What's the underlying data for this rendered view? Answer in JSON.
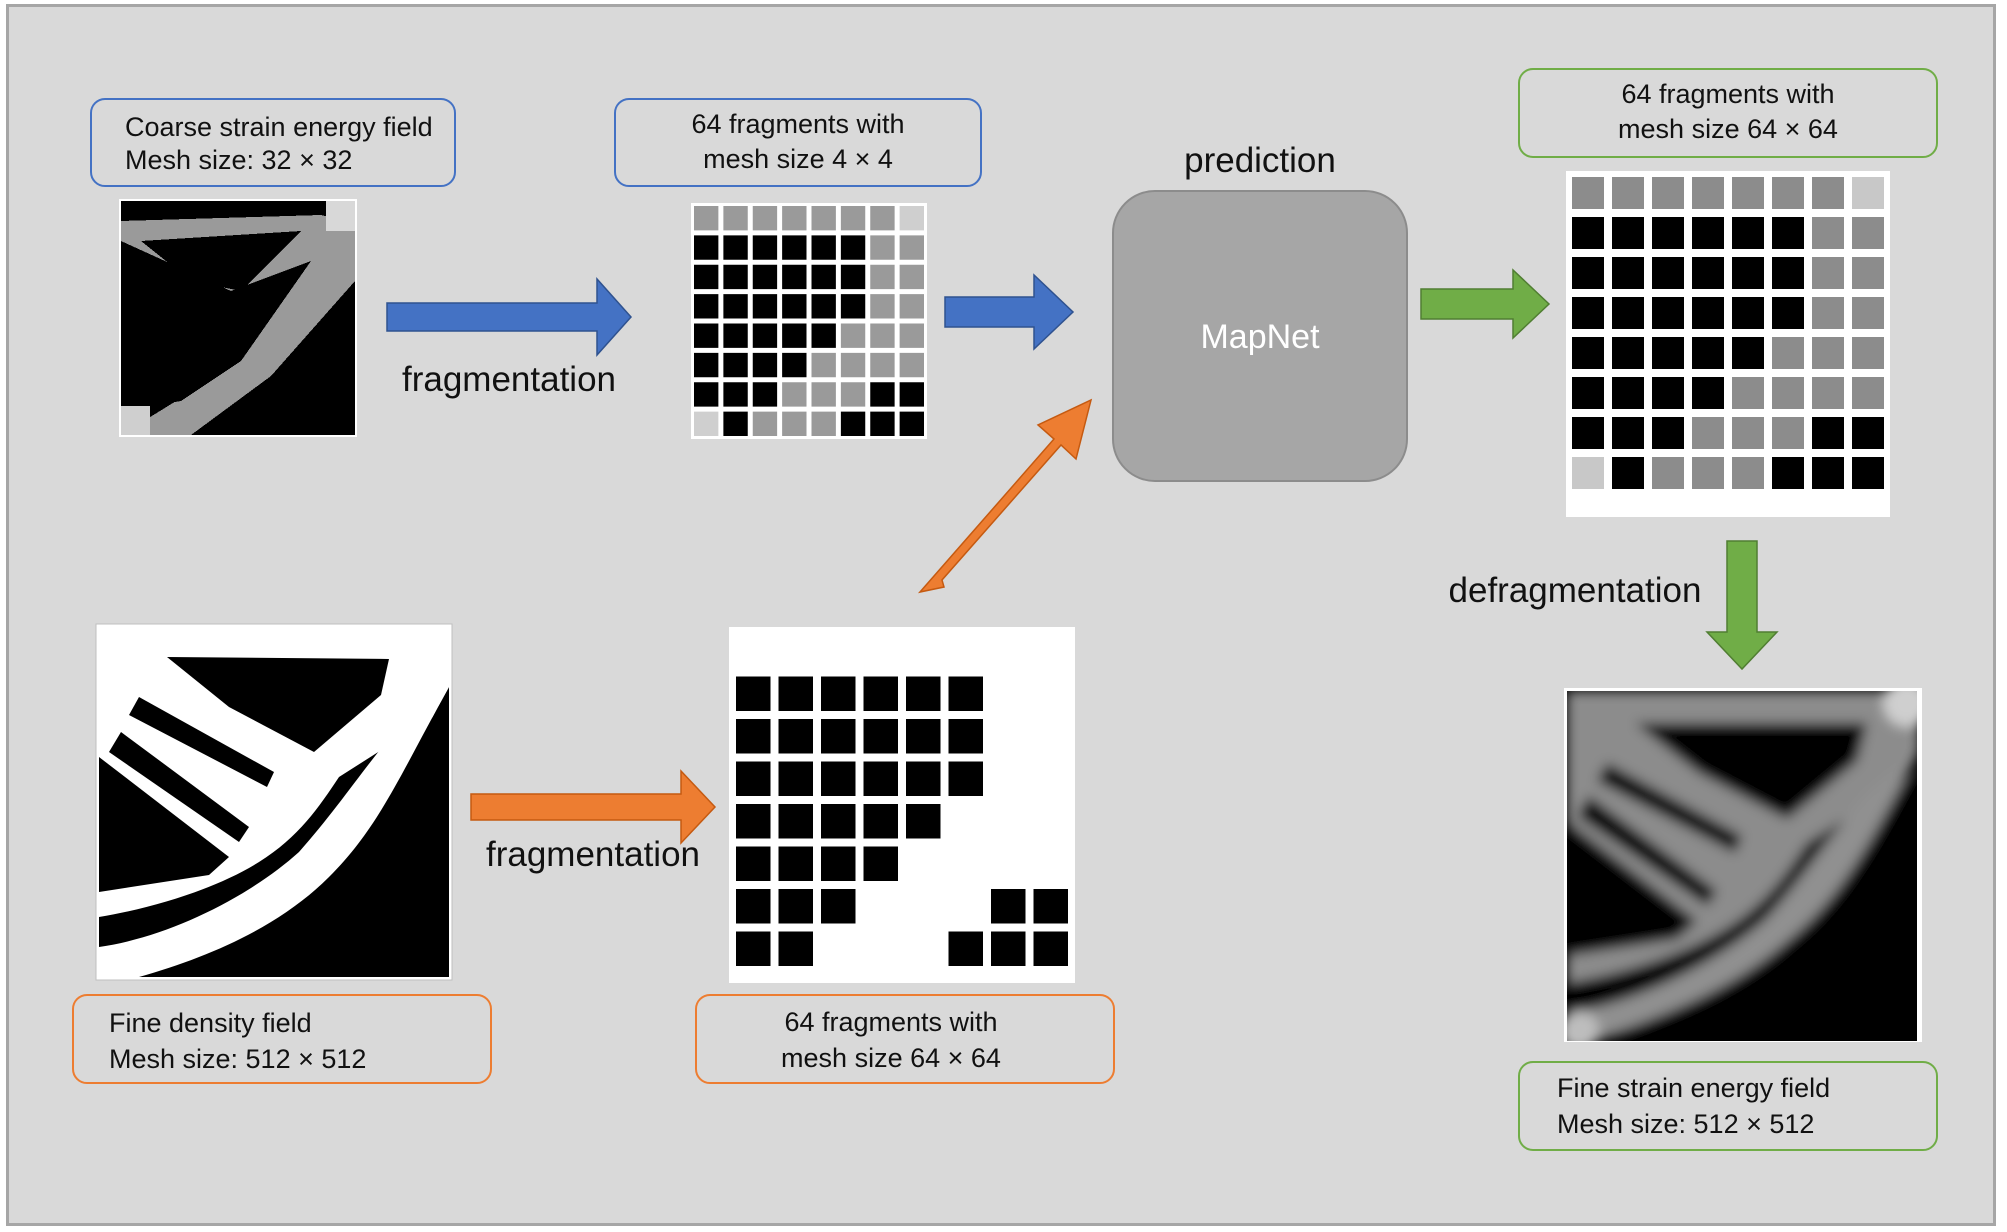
{
  "colors": {
    "background": "#d9d9d9",
    "blue": "#4472c4",
    "orange": "#ed7d31",
    "green": "#70ad47",
    "mapnet_box": "#a6a6a6",
    "mapnet_text": "#ffffff"
  },
  "boxes": {
    "coarse": {
      "line1": "Coarse strain energy field",
      "line2": "Mesh size: 32 × 32"
    },
    "frag4": {
      "line1": "64 fragments with",
      "line2": "mesh size 4 × 4"
    },
    "frag64_pred": {
      "line1": "64 fragments with",
      "line2": "mesh size 64 × 64"
    },
    "fine_density": {
      "line1": "Fine density field",
      "line2": "Mesh size: 512 × 512"
    },
    "frag64_density": {
      "line1": "64 fragments with",
      "line2": "mesh size 64 × 64"
    },
    "fine_strain": {
      "line1": "Fine strain energy field",
      "line2": "Mesh size: 512 × 512"
    }
  },
  "labels": {
    "fragmentation_top": "fragmentation",
    "fragmentation_bottom": "fragmentation",
    "prediction": "prediction",
    "defragmentation": "defragmentation",
    "mapnet": "MapNet"
  }
}
